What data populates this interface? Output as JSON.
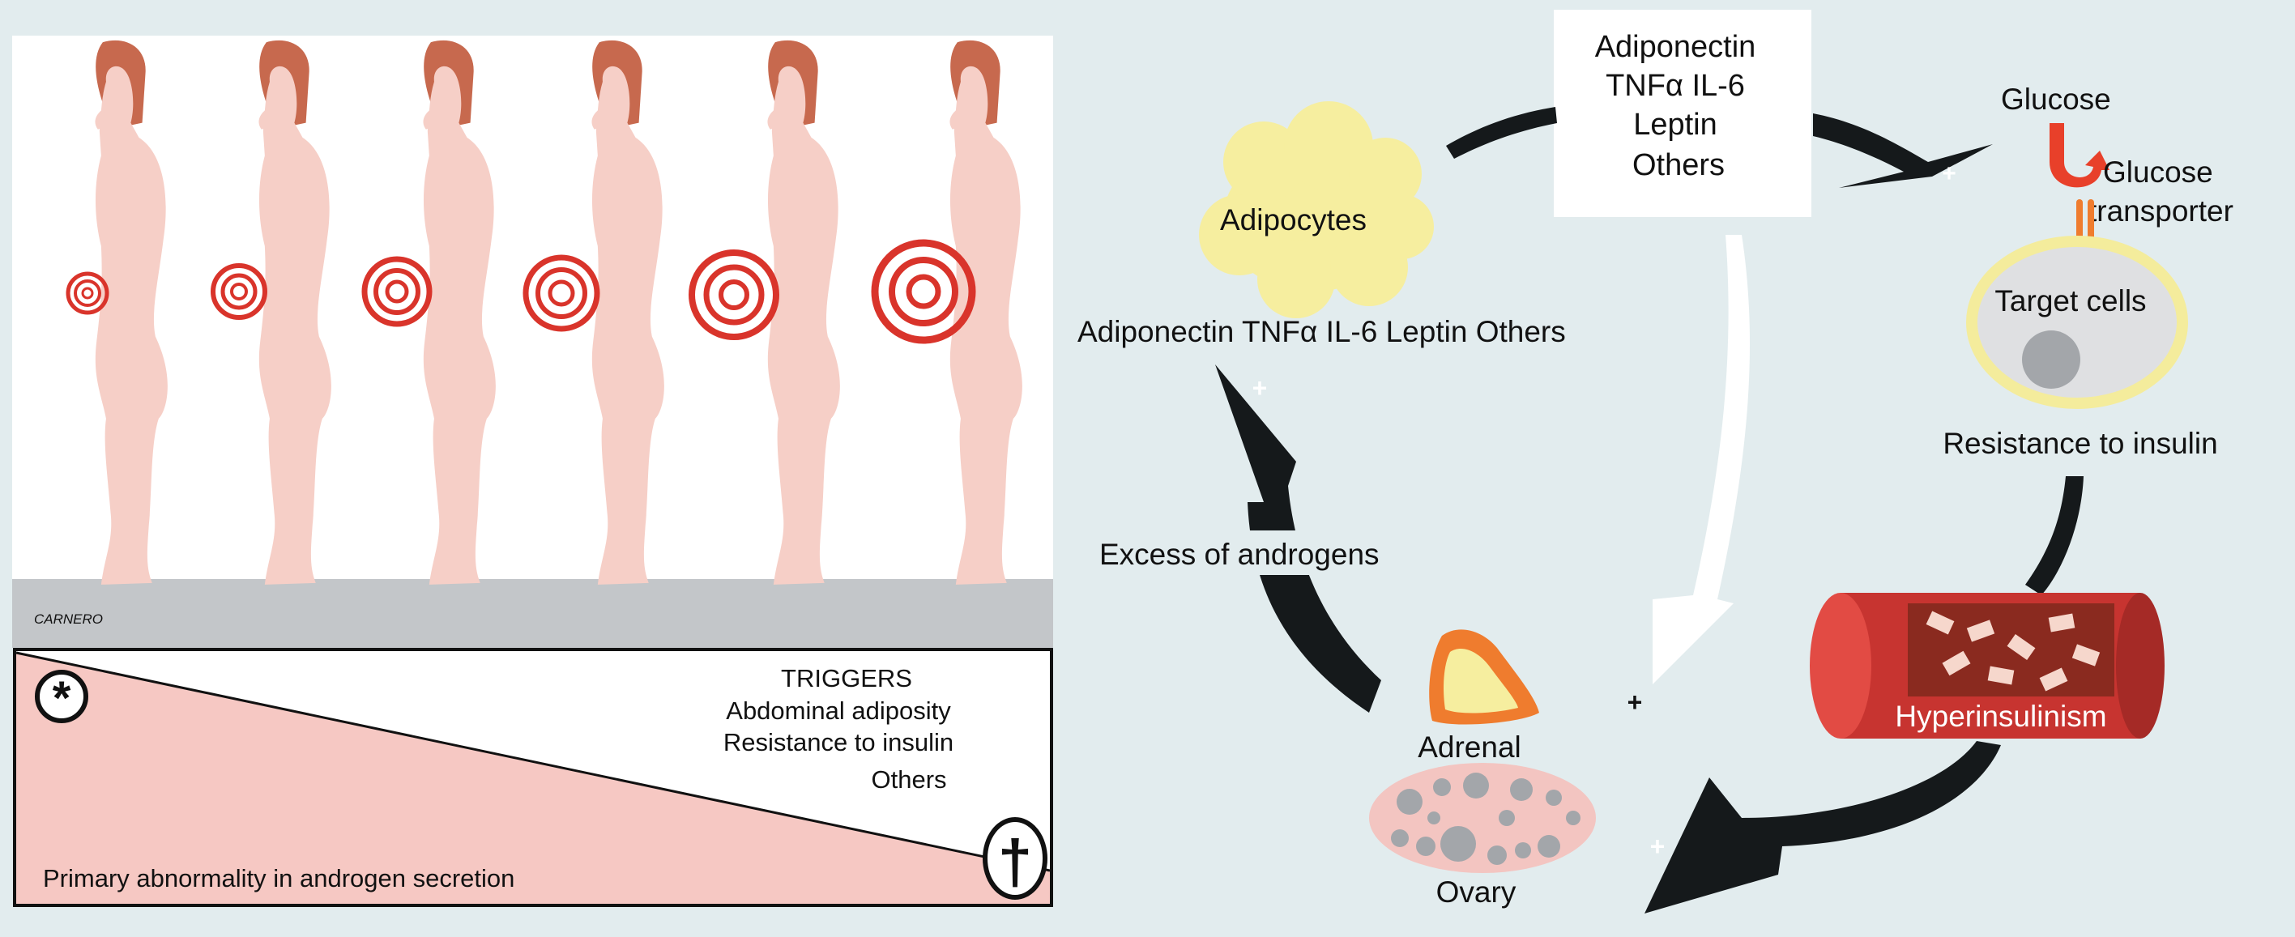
{
  "artist_signature": "CARNERO",
  "triggers": {
    "heading": "TRIGGERS",
    "items": [
      "Abdominal adiposity",
      "Resistance to insulin",
      "Others"
    ]
  },
  "primary_label": "Primary abnormality in androgen secretion",
  "symbols": {
    "start": "*",
    "end": "†"
  },
  "cycle": {
    "secreted_box": [
      "Adiponectin",
      "TNFα IL-6",
      "Leptin",
      "Others"
    ],
    "adipocytes": "Adipocytes",
    "secreted_inline": "Adiponectin TNFα IL-6 Leptin Others",
    "glucose": "Glucose",
    "glucose_transporter": [
      "Glucose",
      "transporter"
    ],
    "target_cells": "Target cells",
    "resistance": "Resistance to insulin",
    "hyperinsulinism": "Hyperinsulinism",
    "adrenal": "Adrenal",
    "ovary": "Ovary",
    "excess_androgens": "Excess of androgens",
    "plus": "+"
  },
  "colors": {
    "background": "#e2ecee",
    "skin": "#f6cfc7",
    "hair": "#c7694e",
    "target_rings": "#d9342b",
    "floor": "#c3c6c9",
    "triangle": "#f6c8c3",
    "arrow": "#15191b",
    "adipocytes": "#f6ee9f",
    "cell": "#c9cbce",
    "vessel": "#d23a34",
    "adrenal": "#ef7c2e",
    "ovary": "#f3c5c1"
  }
}
